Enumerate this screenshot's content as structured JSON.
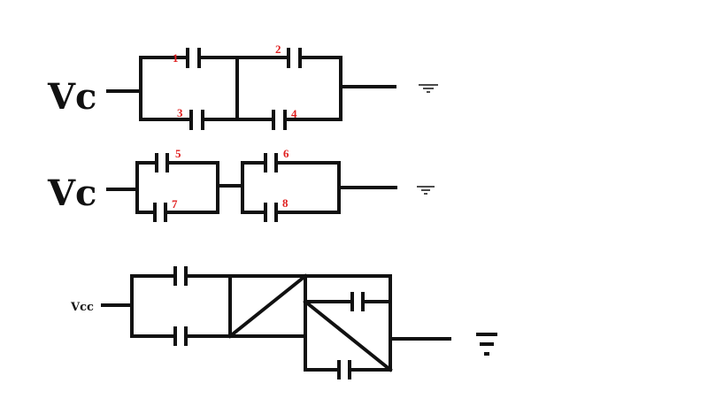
{
  "circuit1": {
    "source_label": "Vc",
    "capacitor_labels": [
      "1",
      "2",
      "3",
      "4"
    ]
  },
  "circuit2": {
    "source_label": "Vc",
    "capacitor_labels": [
      "5",
      "6",
      "7",
      "8"
    ]
  },
  "circuit3": {
    "source_label": "Vcc"
  },
  "colors": {
    "wire": "#111111",
    "label_red": "#e02020",
    "background": "#ffffff"
  }
}
